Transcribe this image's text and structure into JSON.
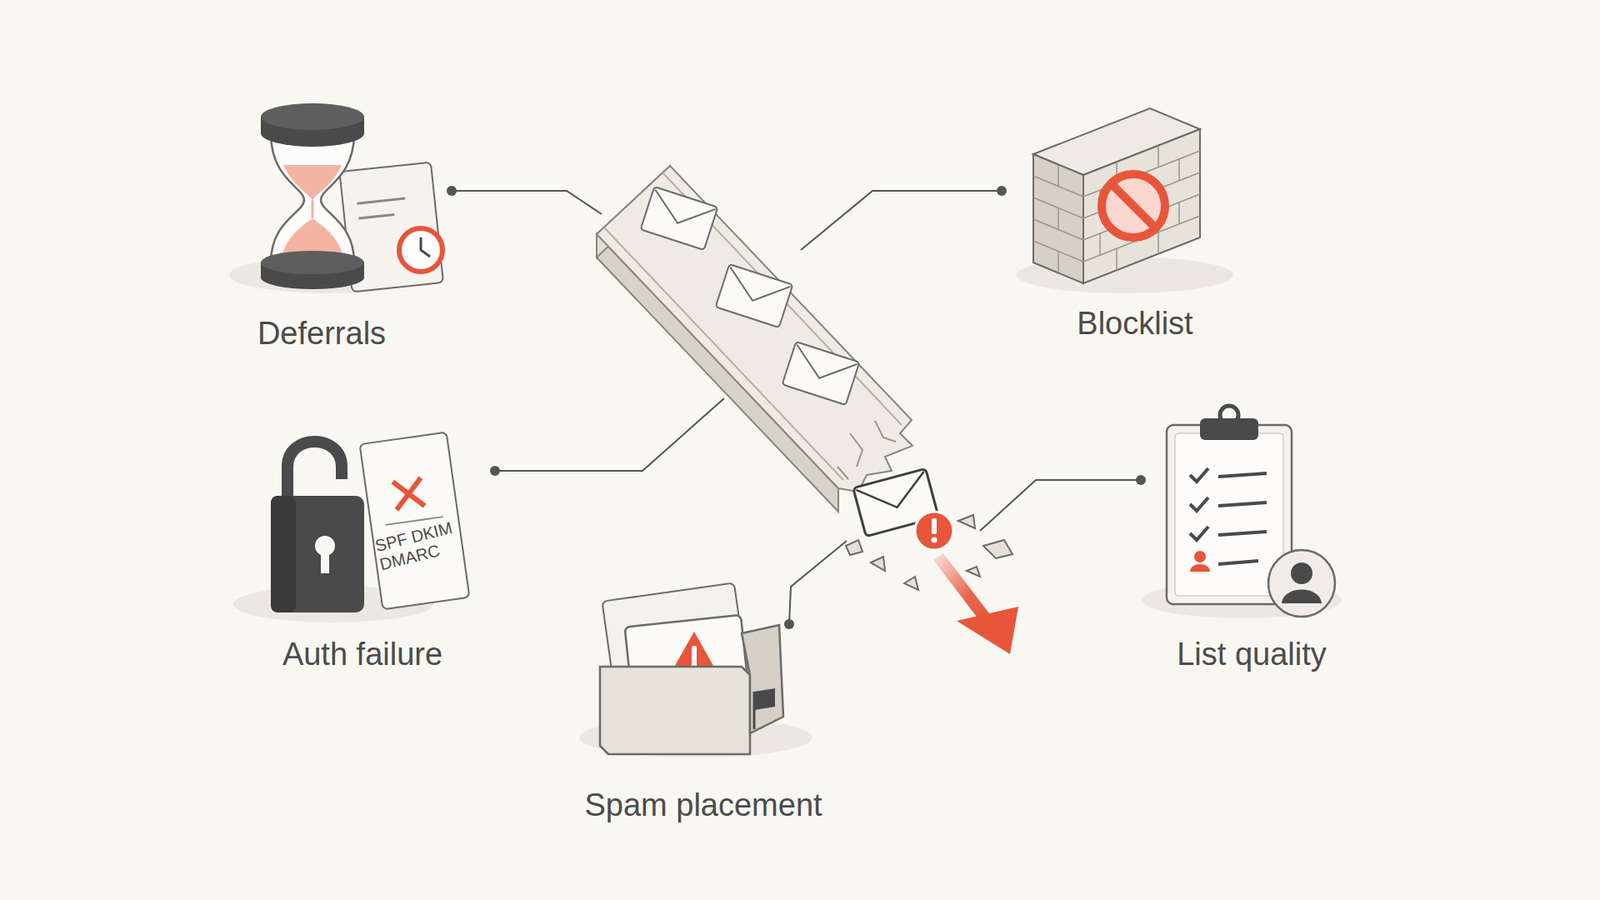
{
  "diagram": {
    "nodes": [
      {
        "text": [
          "Deferrals"
        ]
      },
      {
        "text": [
          "Blocklist"
        ]
      },
      {
        "text": [
          "Auth failure"
        ]
      },
      {
        "text": [
          "List quality"
        ]
      },
      {
        "text": [
          "Spam placement"
        ]
      }
    ],
    "labels": [
      "SPF DKIM DMARC"
    ]
  }
}
